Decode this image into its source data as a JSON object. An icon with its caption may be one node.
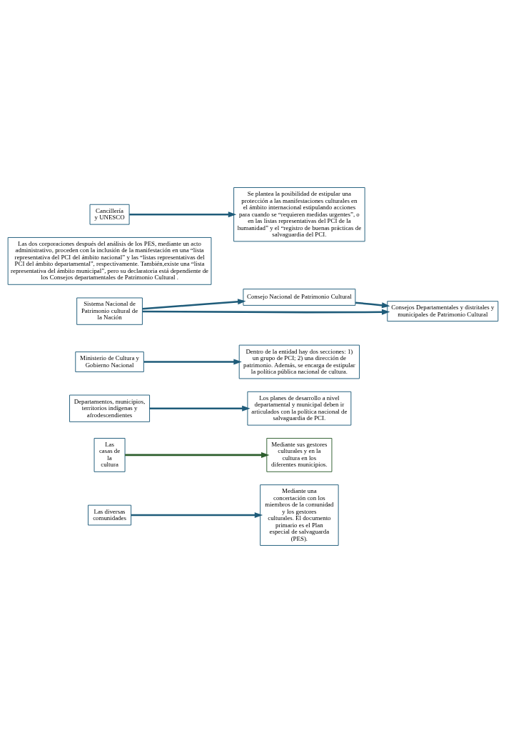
{
  "diagram": {
    "nodes": [
      {
        "text": [
          "Las diversas comunidades"
        ]
      },
      {
        "text": [
          "Mediante una concertación con los miembros de la comunidad y los gestores culturales. El documento primario es el Plan especial de salvaguarda (PES)."
        ]
      },
      {
        "text": [
          "Las casas de la cultura"
        ]
      },
      {
        "text": [
          "Mediante sus gestores culturales y en la cultura en los diferentes municipios."
        ]
      },
      {
        "text": [
          "Departamentos, municipios, territorios indígenas y afrodescendientes"
        ]
      },
      {
        "text": [
          "Los planes de desarrollo a nivel departamental y municipal deben ir articulados con la política nacional de salvaguardia de PCI."
        ]
      },
      {
        "text": [
          "Ministerio de Cultura y Gobierno Nacional"
        ]
      },
      {
        "text": [
          "Dentro de la entidad hay dos secciones: 1) un grupo de PCI; 2) una dirección de patrimonio. Además, se encarga de estipular la política pública nacional de cultura."
        ]
      },
      {
        "text": [
          "Sistema Nacional de Patrimonio cultural de la Nación"
        ]
      },
      {
        "text": [
          "Consejo Nacional de Patrimonio Cultural"
        ]
      },
      {
        "text": [
          "Consejos Departamentales y distritales y municipales de Patrimonio Cultural"
        ]
      },
      {
        "text": [
          "Las dos corporaciones después del análisis de los PES, mediante un acto administrativo, proceden con la inclusión de la manifestación en una “lista representativa del PCI del ámbito nacional” y las “listas representativas del PCI del ámbito departamental”, respectivamente. También,existe una “lista representativa del ámbito municipal”, pero su declaratoria está dependiente de los Consejos departamentales de Patrimonio Cultural ."
        ]
      },
      {
        "text": [
          "Cancillería y UNESCO"
        ]
      },
      {
        "text": [
          "Se plantea la posibilidad de estipular una protección a las manifestaciones culturales en el ámbito internacional estipulando acciones para cuando se “requieren medidas urgentes”, o en las listas representativas del PCI de la humanidad” y el “registro de buenas prácticas de salvaguardia del PCI."
        ]
      }
    ],
    "edges": [
      {
        "from": 0,
        "to": 1,
        "arrow": "to"
      },
      {
        "from": 2,
        "to": 3,
        "arrow": "to",
        "color": "#2e5f2e"
      },
      {
        "from": 4,
        "to": 5,
        "arrow": "to"
      },
      {
        "from": 6,
        "to": 7,
        "arrow": "to"
      },
      {
        "from": 8,
        "to": 9,
        "arrow": "to"
      },
      {
        "from": 8,
        "to": 10,
        "arrow": "to"
      },
      {
        "from": 9,
        "to": 10,
        "arrow": "to"
      },
      {
        "from": 12,
        "to": 13,
        "arrow": "to"
      }
    ]
  }
}
